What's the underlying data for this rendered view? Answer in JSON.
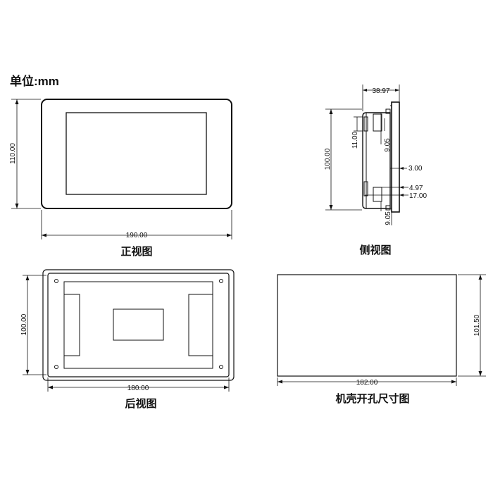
{
  "unit_label": "单位:mm",
  "views": {
    "front": {
      "title": "正视图",
      "height_dim": "110.00",
      "width_dim": "190.00"
    },
    "side": {
      "title": "侧视图",
      "height_dim": "100.00",
      "depth_dim": "38.97",
      "dim_11": "11.00",
      "dim_905_top": "9.05",
      "dim_3": "3.00",
      "dim_497": "4.97",
      "dim_17": "17.00",
      "dim_905_bottom": "9.05"
    },
    "back": {
      "title": "后视图",
      "height_dim": "100.00",
      "width_dim": "180.00"
    },
    "cutout": {
      "title": "机壳开孔尺寸图",
      "height_dim": "101.50",
      "width_dim": "182.00"
    }
  }
}
